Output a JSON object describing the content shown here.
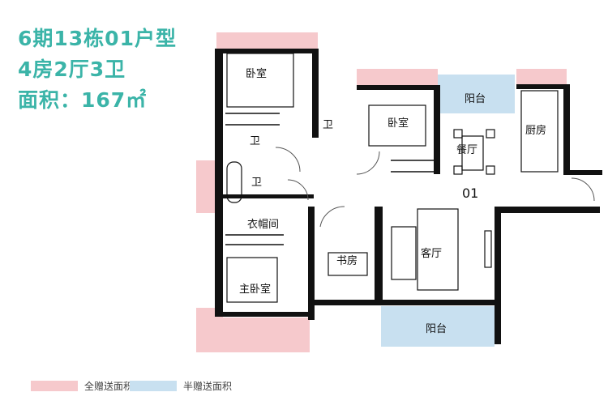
{
  "title": {
    "line1": "6期13栋01户型",
    "line2": "4房2厅3卫",
    "line3": "面积：167㎡"
  },
  "rooms": {
    "bedroom_top": "卧室",
    "bathroom_1": "卫",
    "bathroom_2": "卫",
    "bathroom_3": "卫",
    "bedroom_mid": "卧室",
    "balcony_top": "阳台",
    "kitchen": "厨房",
    "dining": "餐厅",
    "unit_no": "01",
    "closet": "衣帽间",
    "study": "书房",
    "living": "客厅",
    "master_bedroom": "主卧室",
    "balcony_bottom": "阳台"
  },
  "legend": {
    "full_bonus": "全赠送面积",
    "half_bonus": "半赠送面积"
  },
  "colors": {
    "title": "#3bb4a8",
    "full_bonus": "#f6c9cc",
    "half_bonus": "#c8e0f0",
    "wall": "#111111"
  }
}
